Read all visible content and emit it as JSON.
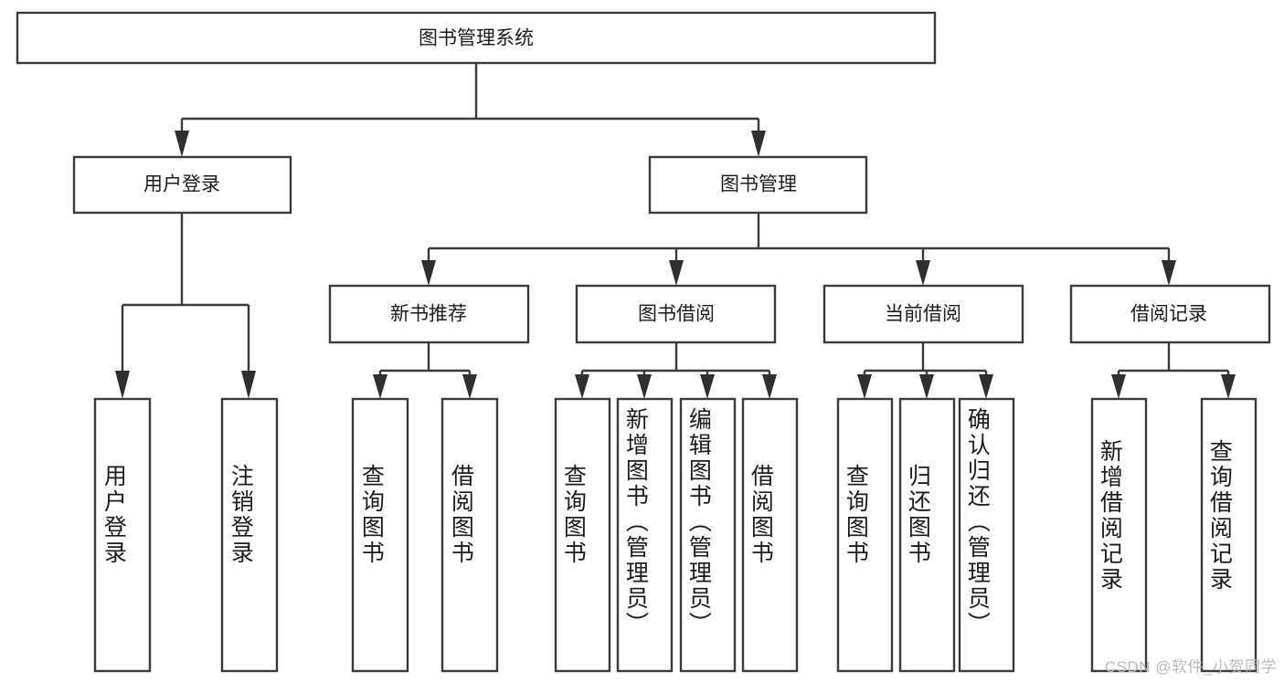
{
  "diagram": {
    "title_node": {
      "label": "图书管理系统"
    },
    "level2": [
      {
        "id": "user-login",
        "label": "用户登录"
      },
      {
        "id": "book-management",
        "label": "图书管理"
      }
    ],
    "level3": [
      {
        "id": "new-book-recommend",
        "label": "新书推荐"
      },
      {
        "id": "book-borrow",
        "label": "图书借阅"
      },
      {
        "id": "current-borrow",
        "label": "当前借阅"
      },
      {
        "id": "borrow-record",
        "label": "借阅记录"
      }
    ],
    "leaves": [
      {
        "id": "leaf-user-login",
        "label": "用户登录"
      },
      {
        "id": "leaf-logout",
        "label": "注销登录"
      },
      {
        "id": "leaf-query-book-1",
        "label": "查询图书"
      },
      {
        "id": "leaf-borrow-book-1",
        "label": "借阅图书"
      },
      {
        "id": "leaf-query-book-2",
        "label": "查询图书"
      },
      {
        "id": "leaf-add-book",
        "label": "新增图书（管理员）"
      },
      {
        "id": "leaf-edit-book",
        "label": "编辑图书（管理员）"
      },
      {
        "id": "leaf-borrow-book-2",
        "label": "借阅图书"
      },
      {
        "id": "leaf-query-book-3",
        "label": "查询图书"
      },
      {
        "id": "leaf-return-book",
        "label": "归还图书"
      },
      {
        "id": "leaf-confirm-return",
        "label": "确认归还（管理员）"
      },
      {
        "id": "leaf-add-record",
        "label": "新增借阅记录"
      },
      {
        "id": "leaf-query-record",
        "label": "查询借阅记录"
      }
    ]
  },
  "watermark": {
    "text": "CSDN @软件_小贺同学"
  },
  "colors": {
    "stroke": "#3a3a3a",
    "text": "#1b1b1b",
    "background": "#ffffff",
    "watermark": "#b9b9b9"
  }
}
